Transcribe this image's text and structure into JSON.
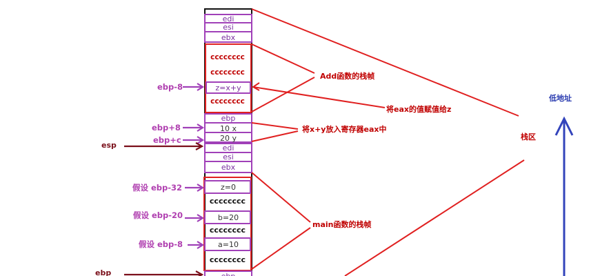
{
  "colors": {
    "red": "#e02020",
    "purple": "#a040b8",
    "dark_red": "#7a0f1a",
    "blue": "#3344bb",
    "black": "#111111"
  },
  "stack_cells": {
    "edi_top": "edi",
    "esi_top": "esi",
    "ebx_top": "ebx",
    "add_c1": "cccccccc",
    "add_c2": "cccccccc",
    "zxy": "z=x+y",
    "add_c3": "cccccccc",
    "ebp_mid": "ebp",
    "x_val": "10  x",
    "y_val": "20  y",
    "edi_mid": "edi",
    "esi_mid": "esi",
    "ebx_mid": "ebx",
    "z0": "z=0",
    "main_c1": "cccccccc",
    "b20": "b=20",
    "main_c2": "cccccccc",
    "a10": "a=10",
    "main_c3": "cccccccc",
    "ebp_bottom": "ebp"
  },
  "left_labels": {
    "ebp_m8": "ebp-8",
    "ebp_p8": "ebp+8",
    "ebp_pc": "ebp+c",
    "esp": "esp",
    "assume_m32": "假设  ebp-32",
    "assume_m20": "假设  ebp-20",
    "assume_m8": "假设   ebp-8",
    "ebp": "ebp"
  },
  "annotations": {
    "add_frame": "Add函数的栈帧",
    "eax_to_z": "将eax的值赋值给z",
    "xy_to_eax": "将x+y放入寄存器eax中",
    "main_frame": "main函数的栈帧",
    "stack_area": "栈区",
    "low_address": "低地址"
  }
}
